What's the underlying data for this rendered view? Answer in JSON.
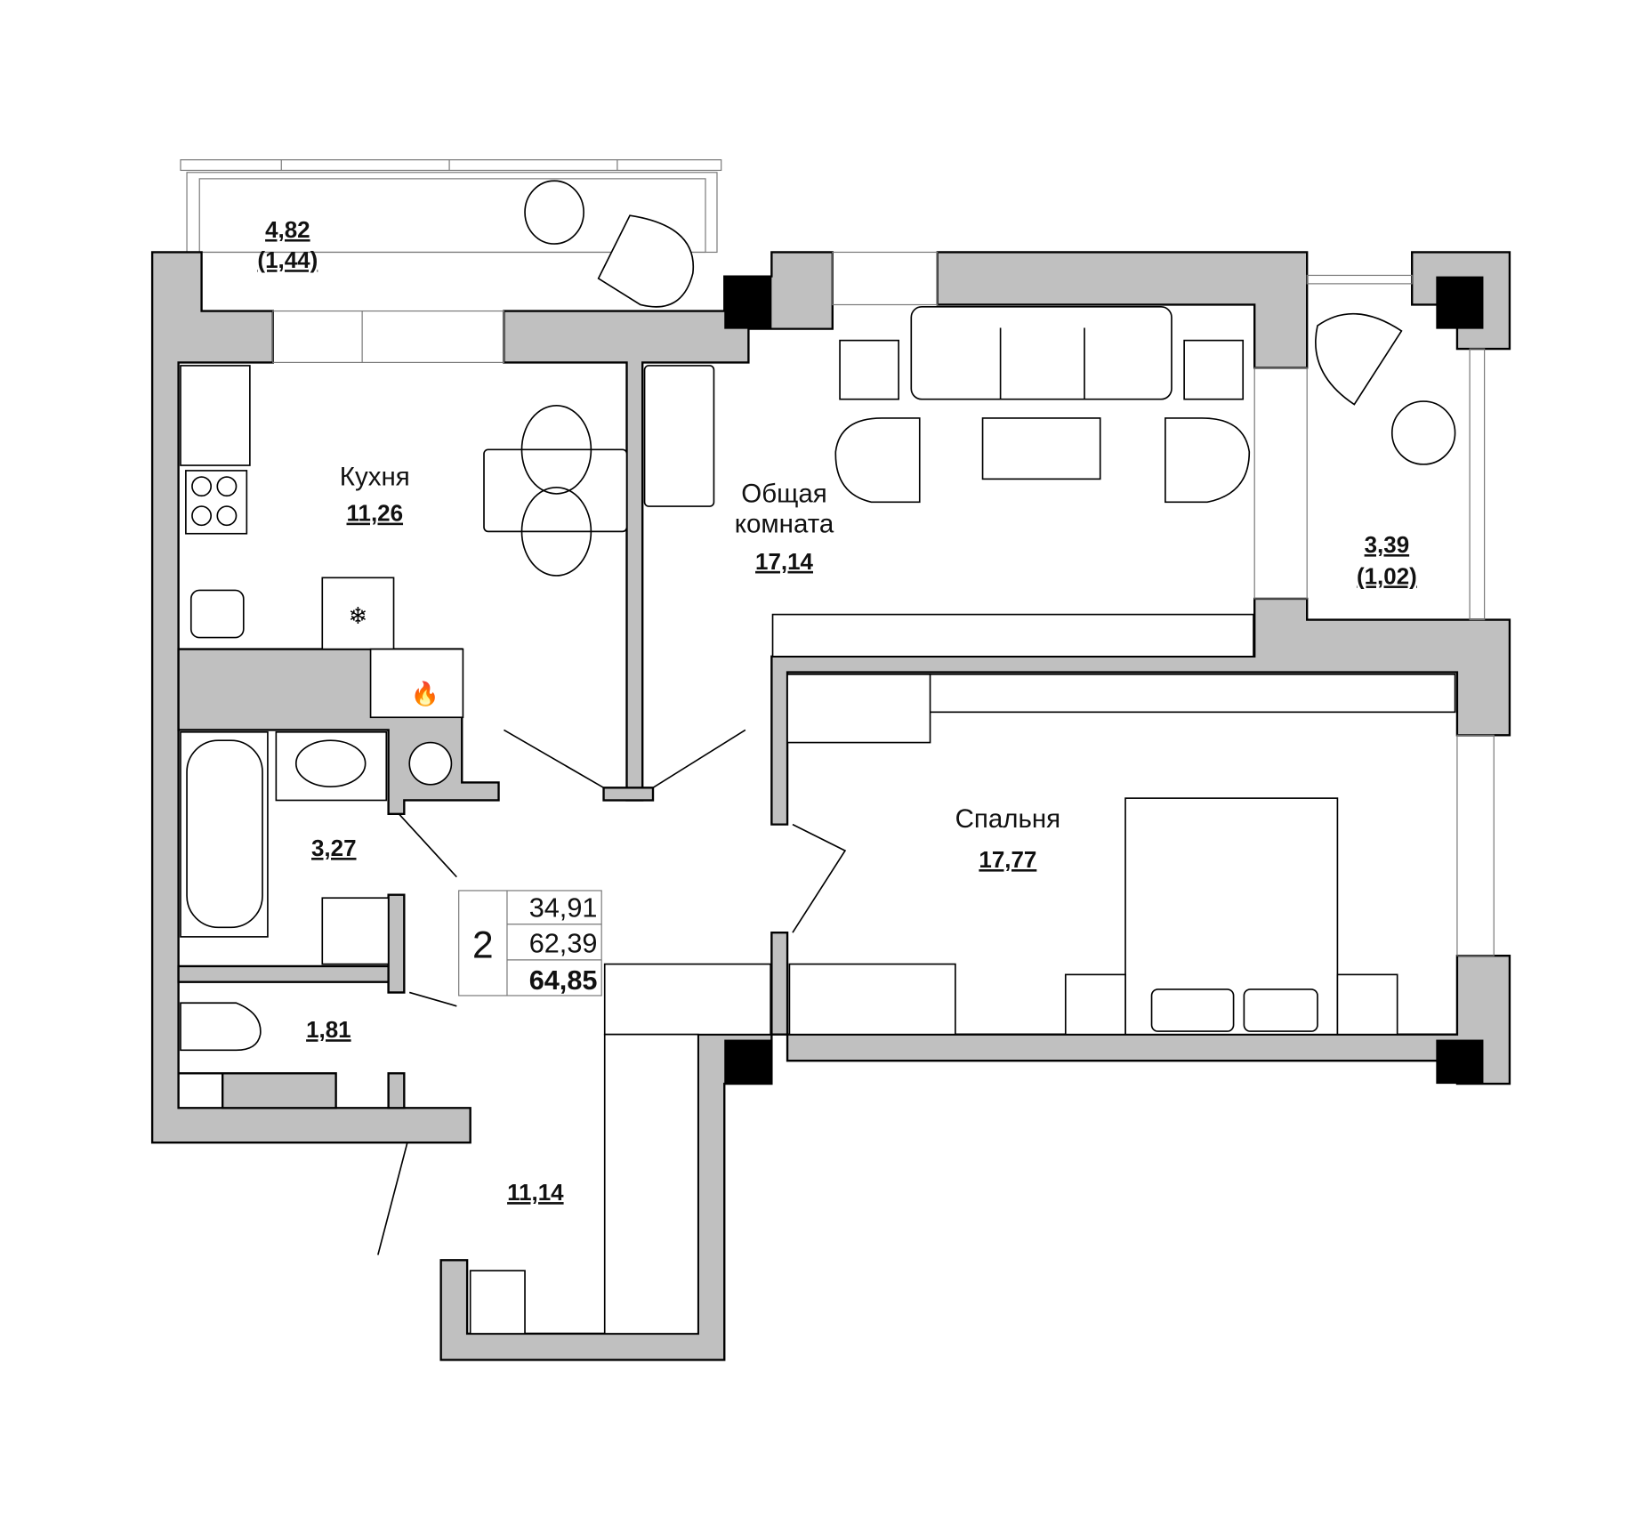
{
  "rooms": {
    "balcony_top": {
      "area": "4,82",
      "reduced_area": "(1,44)"
    },
    "kitchen": {
      "name": "Кухня",
      "area": "11,26"
    },
    "living": {
      "name_line1": "Общая",
      "name_line2": "комната",
      "area": "17,14"
    },
    "balcony_right": {
      "area": "3,39",
      "reduced_area": "(1,02)"
    },
    "bathroom": {
      "area": "3,27"
    },
    "toilet": {
      "area": "1,81"
    },
    "hall": {
      "area": "11,14"
    },
    "bedroom": {
      "name": "Спальня",
      "area": "17,77"
    }
  },
  "summary": {
    "room_count": "2",
    "living_area": "34,91",
    "total_area": "62,39",
    "total_area_with_balconies": "64,85"
  },
  "colors": {
    "wall": "#c0c0c0",
    "column": "#000000",
    "background": "#ffffff"
  }
}
